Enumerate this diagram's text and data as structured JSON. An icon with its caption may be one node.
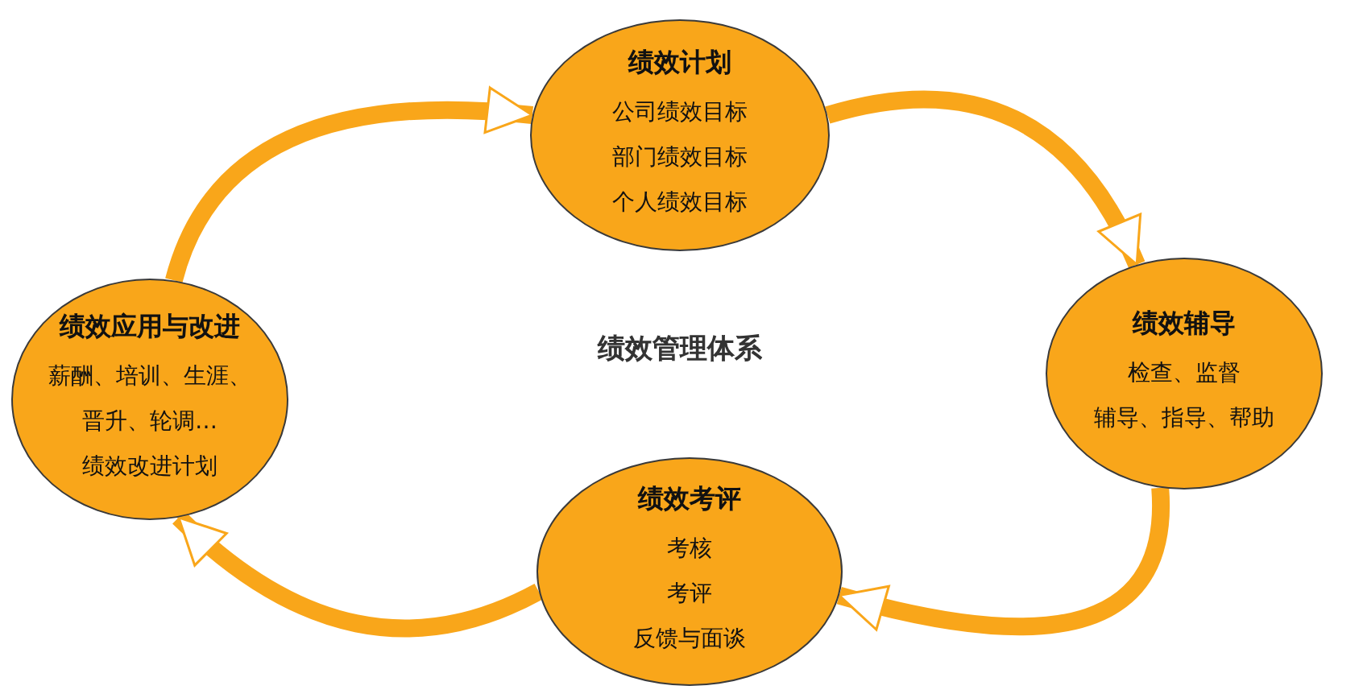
{
  "diagram": {
    "title": "绩效管理体系",
    "nodes": [
      {
        "text": [
          "绩效计划",
          "公司绩效目标",
          "部门绩效目标",
          "个人绩效目标"
        ]
      },
      {
        "text": [
          "绩效辅导",
          "检查、监督",
          "辅导、指导、帮助"
        ]
      },
      {
        "text": [
          "绩效考评",
          "考核",
          "考评",
          "反馈与面谈"
        ]
      },
      {
        "text": [
          "绩效应用与改进",
          "薪酬、培训、生涯、晋升、轮调…",
          "绩效改进计划"
        ]
      }
    ],
    "edges": [
      {
        "from": 0,
        "to": 1,
        "arrow": "to"
      },
      {
        "from": 1,
        "to": 2,
        "arrow": "to"
      },
      {
        "from": 2,
        "to": 3,
        "arrow": "to"
      },
      {
        "from": 3,
        "to": 0,
        "arrow": "to"
      }
    ]
  }
}
